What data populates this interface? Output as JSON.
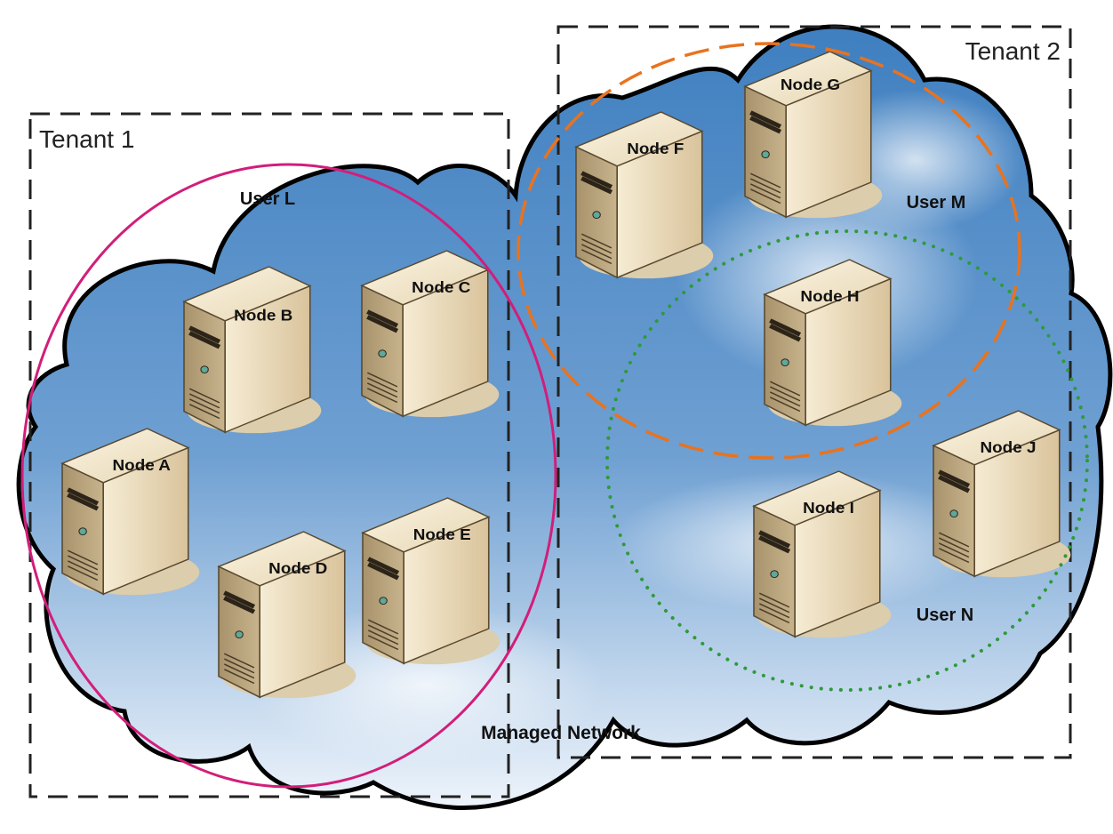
{
  "network": {
    "label": "Managed Network"
  },
  "tenants": [
    {
      "label": "Tenant 1"
    },
    {
      "label": "Tenant 2"
    }
  ],
  "users": [
    {
      "label": "User L",
      "boundary_color": "#d21e7a",
      "style": "solid"
    },
    {
      "label": "User M",
      "boundary_color": "#e8731f",
      "style": "dashed"
    },
    {
      "label": "User N",
      "boundary_color": "#2e9a3a",
      "style": "dotted"
    }
  ],
  "nodes": [
    {
      "id": "a",
      "label": "Node A"
    },
    {
      "id": "b",
      "label": "Node B"
    },
    {
      "id": "c",
      "label": "Node C"
    },
    {
      "id": "d",
      "label": "Node D"
    },
    {
      "id": "e",
      "label": "Node E"
    },
    {
      "id": "f",
      "label": "Node F"
    },
    {
      "id": "g",
      "label": "Node G"
    },
    {
      "id": "h",
      "label": "Node H"
    },
    {
      "id": "i",
      "label": "Node I"
    },
    {
      "id": "j",
      "label": "Node J"
    }
  ],
  "icons": {
    "node": "server-tower-icon",
    "network": "cloud-icon"
  }
}
